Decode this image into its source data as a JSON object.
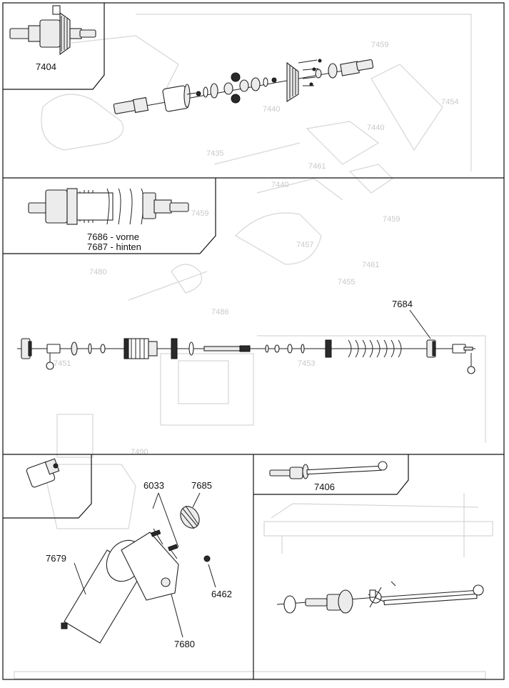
{
  "labels": {
    "p7404": "7404",
    "p7686": "7686 - vorne",
    "p7687": "7687 - hinten",
    "p7684": "7684",
    "p6033": "6033",
    "p7685": "7685",
    "p7679": "7679",
    "p6462": "6462",
    "p7680": "7680",
    "p7406": "7406"
  },
  "background_labels": [
    "7459",
    "7454",
    "7440",
    "7440",
    "7435",
    "7461",
    "7440",
    "7459",
    "7457",
    "7461",
    "7455",
    "7486",
    "7480",
    "7453",
    "7490",
    "7451"
  ]
}
